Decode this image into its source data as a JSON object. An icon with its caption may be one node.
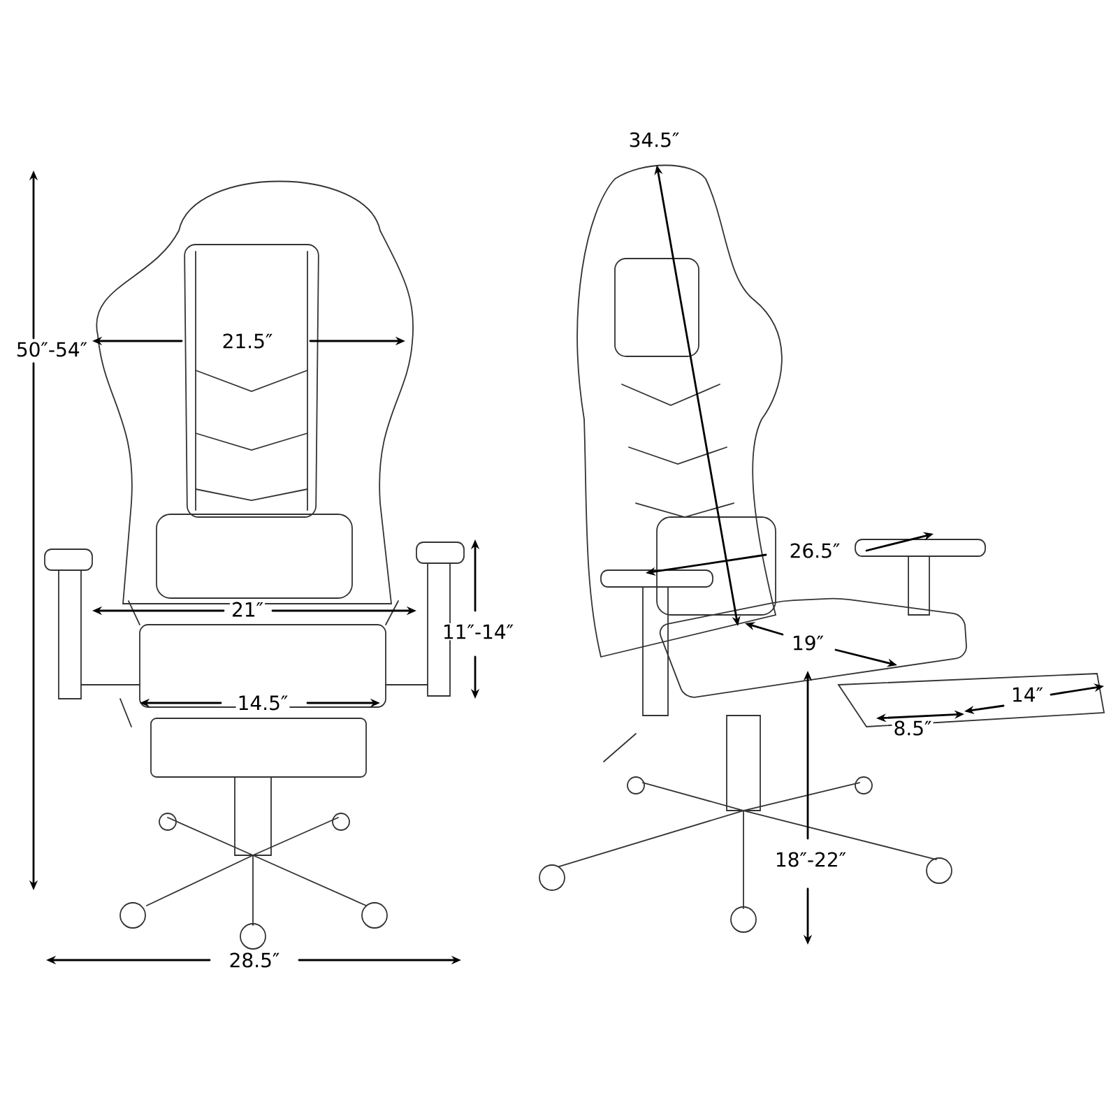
{
  "diagram": {
    "labels": [
      "34.5″",
      "50″-54″",
      "21.5″",
      "26.5″",
      "21″",
      "11″-14″",
      "19″",
      "14.5″",
      "14″",
      "8.5″",
      "18″-22″",
      "28.5″"
    ]
  }
}
